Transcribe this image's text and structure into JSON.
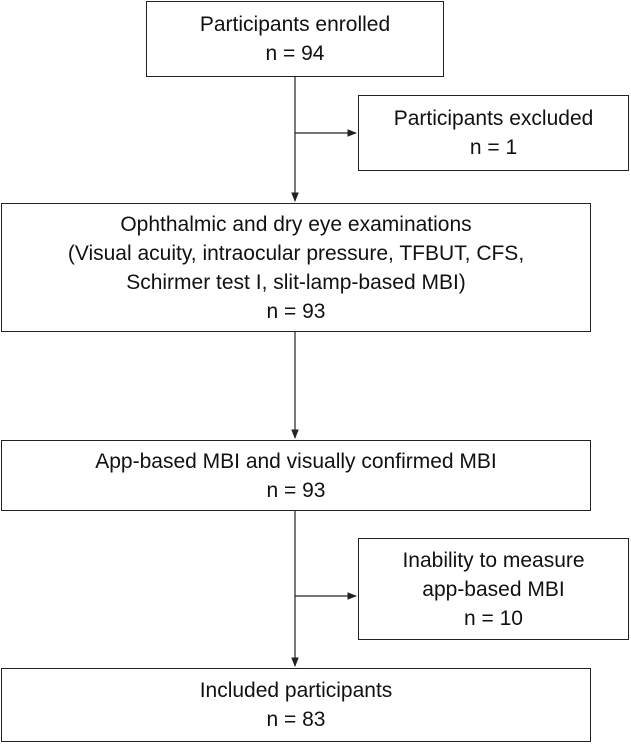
{
  "flowchart": {
    "enrolled": {
      "title": "Participants enrolled",
      "count": "n = 94"
    },
    "excluded": {
      "title": "Participants excluded",
      "count": "n = 1"
    },
    "examinations": {
      "line1": "Ophthalmic and dry eye examinations",
      "line2": "(Visual acuity, intraocular pressure, TFBUT, CFS,",
      "line3": "Schirmer test I, slit-lamp-based MBI)",
      "count": "n = 93"
    },
    "app_based": {
      "title": "App-based MBI and visually confirmed MBI",
      "count": "n = 93"
    },
    "inability": {
      "line1": "Inability to measure",
      "line2": "app-based MBI",
      "count": "n = 10"
    },
    "included": {
      "title": "Included participants",
      "count": "n = 83"
    }
  },
  "colors": {
    "line": "#222222",
    "text": "#111111",
    "background": "#ffffff"
  }
}
